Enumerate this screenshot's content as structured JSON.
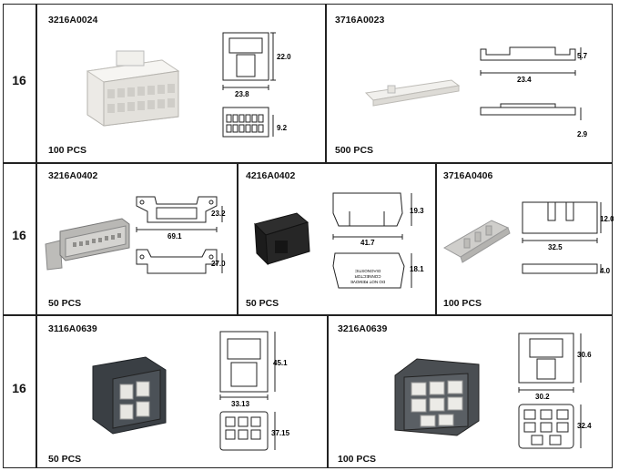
{
  "rows": [
    {
      "label": "16",
      "items": [
        {
          "code": "3216A0024",
          "qty": "100 PCS",
          "dims": [
            "22.0",
            "23.8",
            "9.2"
          ]
        },
        {
          "code": "3716A0023",
          "qty": "500 PCS",
          "dims": [
            "5.7",
            "23.4",
            "2.9"
          ]
        }
      ]
    },
    {
      "label": "16",
      "items": [
        {
          "code": "3216A0402",
          "qty": "50 PCS",
          "dims": [
            "23.2",
            "69.1",
            "27.0"
          ]
        },
        {
          "code": "4216A0402",
          "qty": "50 PCS",
          "dims": [
            "19.3",
            "41.7",
            "18.1"
          ],
          "marking": [
            "DIAGNOSTIC",
            "CONNECTOR",
            "DO NOT REMOVE"
          ]
        },
        {
          "code": "3716A0406",
          "qty": "100 PCS",
          "dims": [
            "12.0",
            "32.5",
            "4.0"
          ]
        }
      ]
    },
    {
      "label": "16",
      "items": [
        {
          "code": "3116A0639",
          "qty": "50 PCS",
          "dims": [
            "45.1",
            "33.13",
            "37.15"
          ]
        },
        {
          "code": "3216A0639",
          "qty": "100 PCS",
          "dims": [
            "30.6",
            "30.2",
            "32.4"
          ]
        }
      ]
    }
  ]
}
